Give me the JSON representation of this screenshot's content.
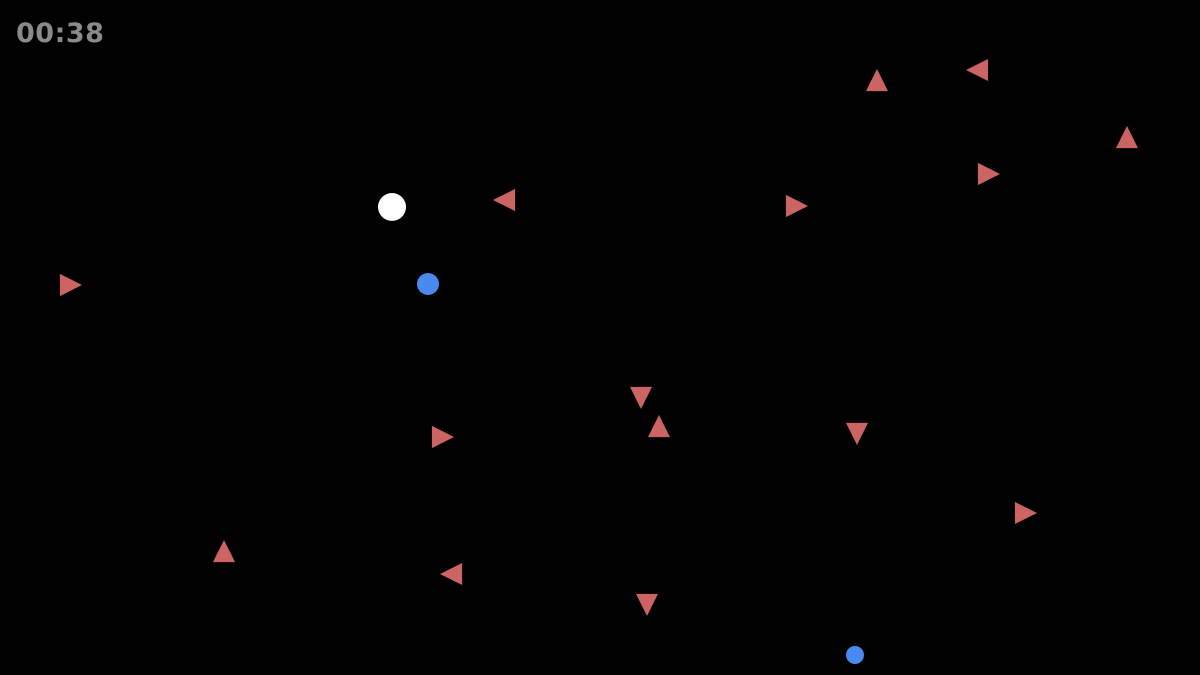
{
  "hud": {
    "timer": "00:38"
  },
  "colors": {
    "background": "#000000",
    "timer_text": "#8a8a8a",
    "enemy": "#cc6464",
    "player": "#ffffff",
    "orb": "#4a8af0"
  },
  "icons": {
    "player": "white-circle",
    "orb": "blue-dot",
    "enemy": "red-triangle"
  }
}
